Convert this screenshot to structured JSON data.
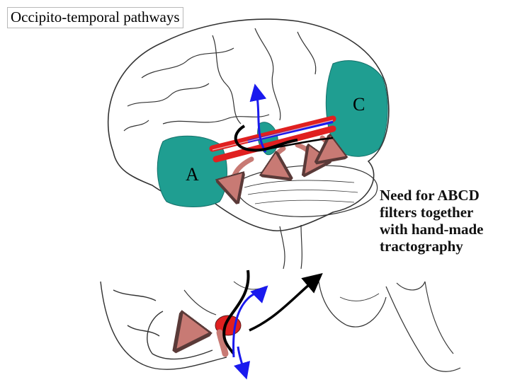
{
  "title": "Occipito-temporal pathways",
  "labels": {
    "a": "A",
    "c": "C"
  },
  "note": [
    "Need for ABCD",
    "filters together",
    "with hand-made",
    "tractography"
  ],
  "colors": {
    "region": "#1f9e91",
    "tract_red": "#e02020",
    "tract_blue": "#1a1aee",
    "arrow_pink": "#c87a74",
    "ink": "#222222"
  }
}
